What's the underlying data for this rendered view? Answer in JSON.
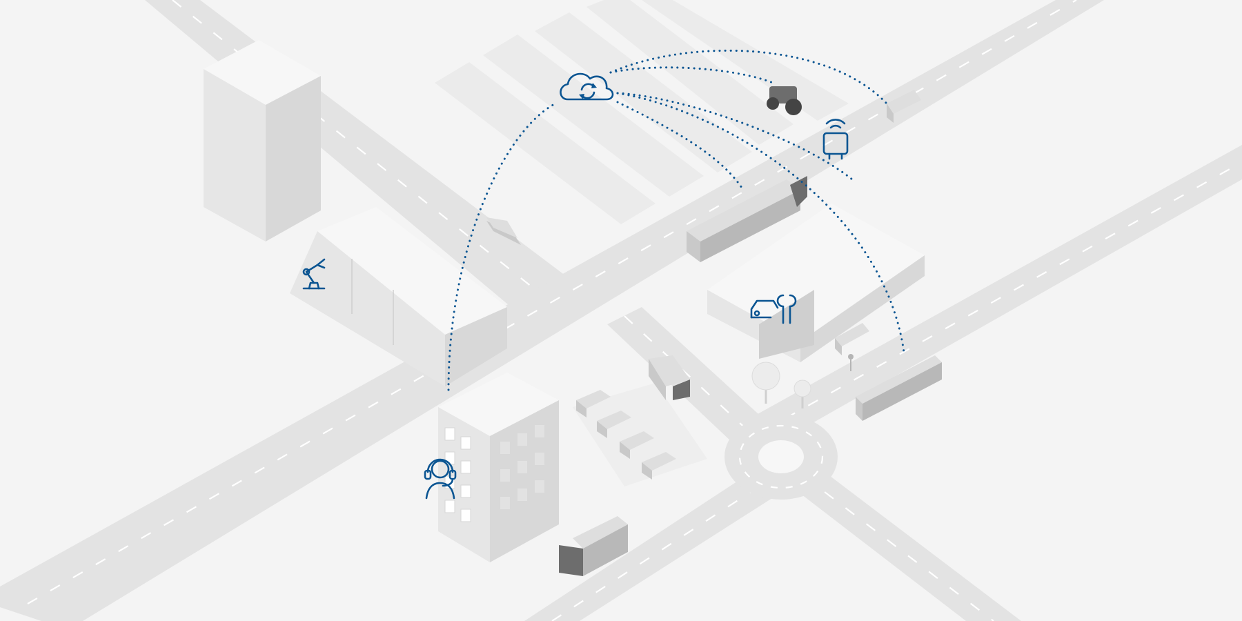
{
  "scene": {
    "description_free": true,
    "colors": {
      "background": "#f4f4f4",
      "road": "#e3e3e3",
      "lane_marking": "#ffffff",
      "icon_accent": "#0b5592",
      "building_light": "#f7f7f7",
      "building_shade": "#d8d8d8",
      "vehicle": "#c9c9c9"
    },
    "icons": [
      "cloud-sync-icon",
      "robot-arm-icon",
      "car-service-icon",
      "headset-agent-icon",
      "iot-device-icon"
    ],
    "vehicles": [
      "truck",
      "van",
      "tractor",
      "bus",
      "delivery-van",
      "parked-van"
    ]
  }
}
